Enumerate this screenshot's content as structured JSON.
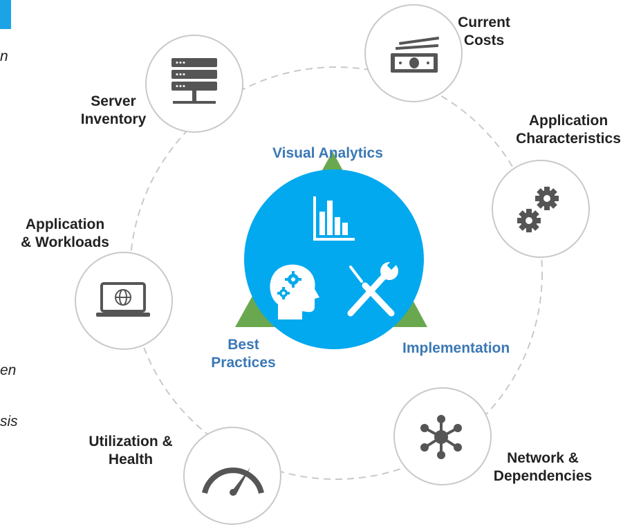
{
  "colors": {
    "accent_blue": "#03a9ee",
    "triangle_green": "#6aa84f",
    "label_blue": "#3a78b5",
    "icon_gray": "#555555",
    "ring_gray": "#c9c9c9"
  },
  "center": {
    "top_label": "Visual Analytics",
    "left_label": [
      "Best",
      "Practices"
    ],
    "right_label": "Implementation",
    "icons": [
      "bar-chart-icon",
      "head-gears-icon",
      "tools-icon"
    ]
  },
  "nodes": [
    {
      "id": "server-inventory",
      "icon": "server-rack-icon",
      "label": [
        "Server",
        "Inventory"
      ]
    },
    {
      "id": "current-costs",
      "icon": "money-icon",
      "label": [
        "Current",
        "Costs"
      ]
    },
    {
      "id": "application-characteristics",
      "icon": "gears-icon",
      "label": [
        "Application",
        "Characteristics"
      ]
    },
    {
      "id": "network-dependencies",
      "icon": "network-hub-icon",
      "label": [
        "Network &",
        "Dependencies"
      ]
    },
    {
      "id": "utilization-health",
      "icon": "gauge-icon",
      "label": [
        "Utilization &",
        "Health"
      ]
    },
    {
      "id": "application-workloads",
      "icon": "laptop-globe-icon",
      "label": [
        "Application",
        "& Workloads"
      ]
    }
  ],
  "left_fragments": [
    "n",
    "en",
    "sis"
  ]
}
